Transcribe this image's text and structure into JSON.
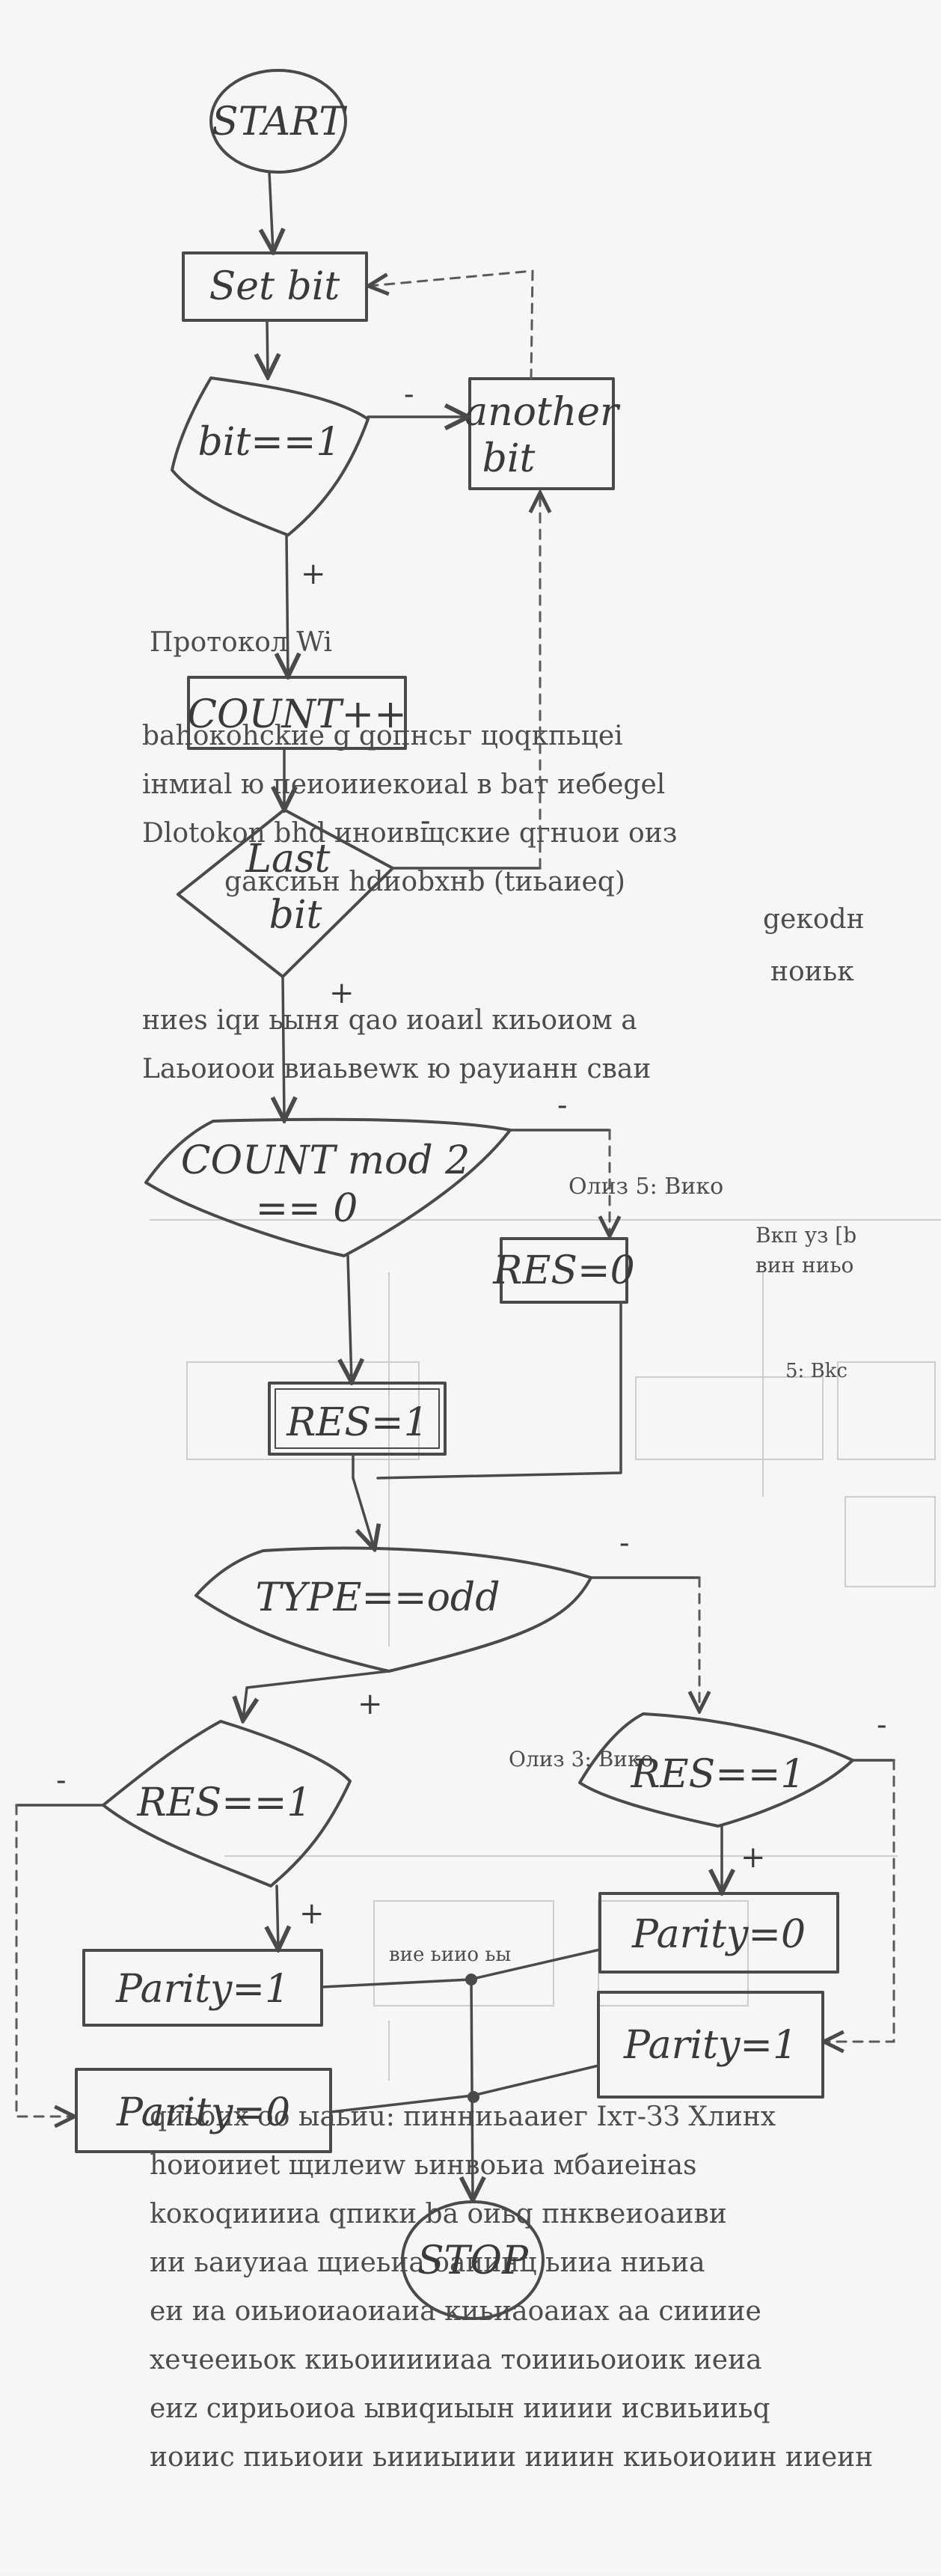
{
  "nodes": {
    "start": "START",
    "set_bit": "Set bit",
    "bit_check": "bit==1",
    "another_bit_line1": "another",
    "another_bit_line2": "bit",
    "count_inc": "COUNT++",
    "last_bit_line1": "Last",
    "last_bit_line2": "bit",
    "count_mod_line1": "COUNT mod 2",
    "count_mod_line2": "== 0",
    "res_zero": "RES=0",
    "res_one": "RES=1",
    "type_check": "TYPE==odd",
    "res_check_left": "RES==1",
    "res_check_right": "RES==1",
    "parity_one_left": "Parity=1",
    "parity_zero_left": "Parity=0",
    "parity_zero_right": "Parity=0",
    "parity_one_right": "Parity=1",
    "stop": "STOP"
  },
  "edge_labels": {
    "bit_no": "-",
    "bit_yes": "+",
    "last_no": "-",
    "last_yes": "+",
    "mod_no": "-",
    "type_no": "-",
    "type_yes": "+",
    "res_left_no": "-",
    "res_left_yes": "+",
    "res_right_no": "-",
    "res_right_yes": "+"
  },
  "colors": {
    "paper": "#f6f6f4",
    "pencil": "#4a4a4a",
    "bleed_through": "#c9c9c9"
  }
}
